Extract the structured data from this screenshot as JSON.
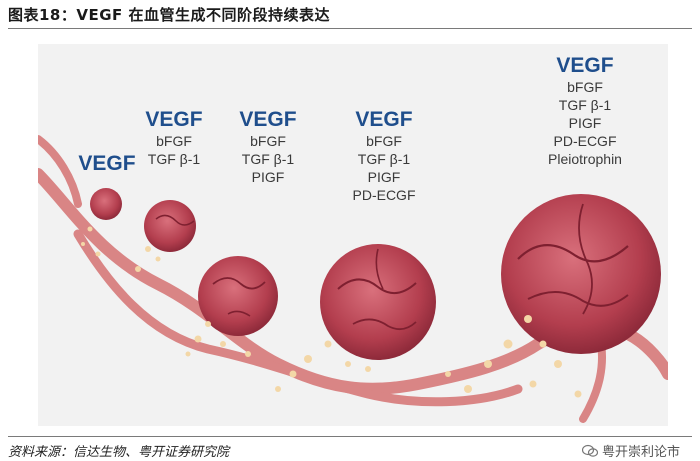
{
  "figure": {
    "title": "图表18：VEGF 在血管生成不同阶段持续表达",
    "source": "资料来源：信达生物、粤开证券研究院",
    "watermark": "粤开崇利论市",
    "watermark_icon": "wechat-icon"
  },
  "stages": [
    {
      "vegf": "VEGF",
      "factors": []
    },
    {
      "vegf": "VEGF",
      "factors": [
        "bFGF",
        "TGF β-1"
      ]
    },
    {
      "vegf": "VEGF",
      "factors": [
        "bFGF",
        "TGF β-1",
        "PIGF"
      ]
    },
    {
      "vegf": "VEGF",
      "factors": [
        "bFGF",
        "TGF β-1",
        "PIGF",
        "PD-ECGF"
      ]
    },
    {
      "vegf": "VEGF",
      "factors": [
        "bFGF",
        "TGF β-1",
        "PIGF",
        "PD-ECGF",
        "Pleiotrophin"
      ]
    }
  ],
  "colors": {
    "vegf_label": "#1f4e8c",
    "vessel": "#d98585",
    "tumor": "#b8404f",
    "particles": "#f3d7a7",
    "panel": "#f2f2f2"
  }
}
